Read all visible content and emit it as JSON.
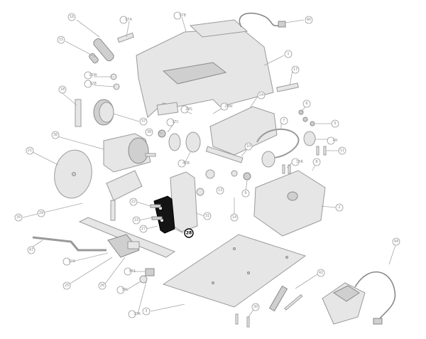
{
  "diagram": {
    "highlighted_part": "28",
    "callouts": [
      {
        "id": "c-16",
        "label": "16"
      },
      {
        "id": "c-17a",
        "label": "17A"
      },
      {
        "id": "c-17b",
        "label": "17B"
      },
      {
        "id": "c-40",
        "label": "40"
      },
      {
        "id": "c-15",
        "label": "15"
      },
      {
        "id": "c-1",
        "label": "1"
      },
      {
        "id": "c-12w",
        "label": "12W"
      },
      {
        "id": "c-12b",
        "label": "12B"
      },
      {
        "id": "c-17",
        "label": "17"
      },
      {
        "id": "c-18",
        "label": "18"
      },
      {
        "id": "c-24",
        "label": "24"
      },
      {
        "id": "c-37",
        "label": "37"
      },
      {
        "id": "c-24s",
        "label": "24S"
      },
      {
        "id": "c-24w",
        "label": "24W"
      },
      {
        "id": "c-6",
        "label": "6"
      },
      {
        "id": "c-5",
        "label": "5"
      },
      {
        "id": "c-37c",
        "label": "37C"
      },
      {
        "id": "c-36",
        "label": "36"
      },
      {
        "id": "c-38",
        "label": "38"
      },
      {
        "id": "c-7",
        "label": "7"
      },
      {
        "id": "c-4r",
        "label": "4R"
      },
      {
        "id": "c-11",
        "label": "11"
      },
      {
        "id": "c-21",
        "label": "21"
      },
      {
        "id": "c-42b",
        "label": "42B"
      },
      {
        "id": "c-10",
        "label": "10"
      },
      {
        "id": "c-13",
        "label": "13"
      },
      {
        "id": "c-10r",
        "label": "10R"
      },
      {
        "id": "c-8",
        "label": "8"
      },
      {
        "id": "c-9",
        "label": "9"
      },
      {
        "id": "c-2",
        "label": "2"
      },
      {
        "id": "c-22",
        "label": "22"
      },
      {
        "id": "c-23",
        "label": "23"
      },
      {
        "id": "c-27",
        "label": "27"
      },
      {
        "id": "c-31",
        "label": "31"
      },
      {
        "id": "c-14",
        "label": "14"
      },
      {
        "id": "c-35",
        "label": "35"
      },
      {
        "id": "c-29",
        "label": "29"
      },
      {
        "id": "c-47",
        "label": "47"
      },
      {
        "id": "c-32a",
        "label": "32A"
      },
      {
        "id": "c-25",
        "label": "25"
      },
      {
        "id": "c-26",
        "label": "26"
      },
      {
        "id": "c-34s",
        "label": "34S"
      },
      {
        "id": "c-34l",
        "label": "34L"
      },
      {
        "id": "c-33a",
        "label": "33A"
      },
      {
        "id": "c-3",
        "label": "3"
      },
      {
        "id": "c-42",
        "label": "42"
      },
      {
        "id": "c-30",
        "label": "30"
      },
      {
        "id": "c-44",
        "label": "44"
      }
    ]
  }
}
